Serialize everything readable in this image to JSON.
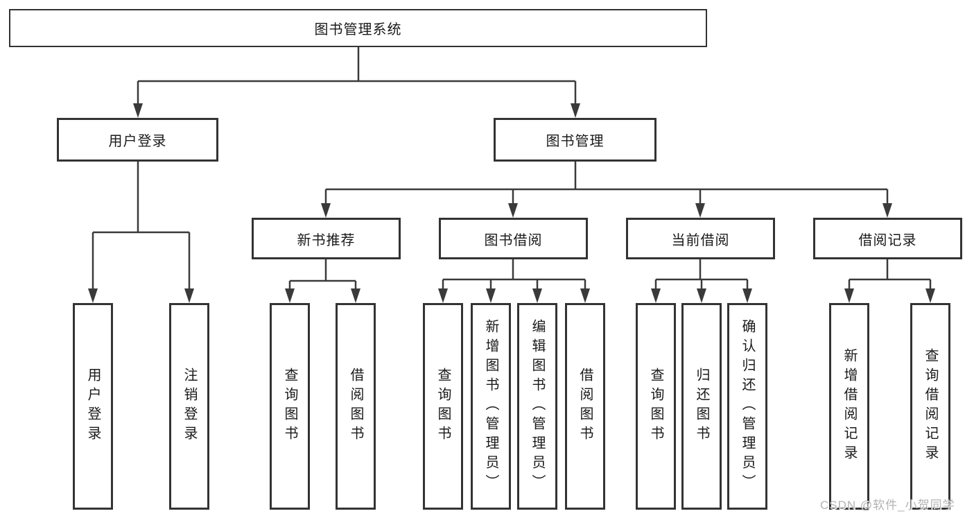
{
  "diagram": {
    "title": "图书管理系统",
    "branches": [
      {
        "label": "用户登录",
        "children": [
          "用户登录",
          "注销登录"
        ]
      },
      {
        "label": "图书管理",
        "sections": [
          {
            "label": "新书推荐",
            "children": [
              "查询图书",
              "借阅图书"
            ]
          },
          {
            "label": "图书借阅",
            "children": [
              "查询图书",
              "新增图书（管理员）",
              "编辑图书（管理员）",
              "借阅图书"
            ]
          },
          {
            "label": "当前借阅",
            "children": [
              "查询图书",
              "归还图书",
              "确认归还（管理员）"
            ]
          },
          {
            "label": "借阅记录",
            "children": [
              "新增借阅记录",
              "查询借阅记录"
            ]
          }
        ]
      }
    ]
  },
  "watermark": {
    "text": "CSDN @软件_小贺同学"
  },
  "colors": {
    "line": "#3a3a3a",
    "box_border": "#333333",
    "text": "#1a1a1a",
    "watermark": "#b3b3b3",
    "background": "#ffffff"
  }
}
